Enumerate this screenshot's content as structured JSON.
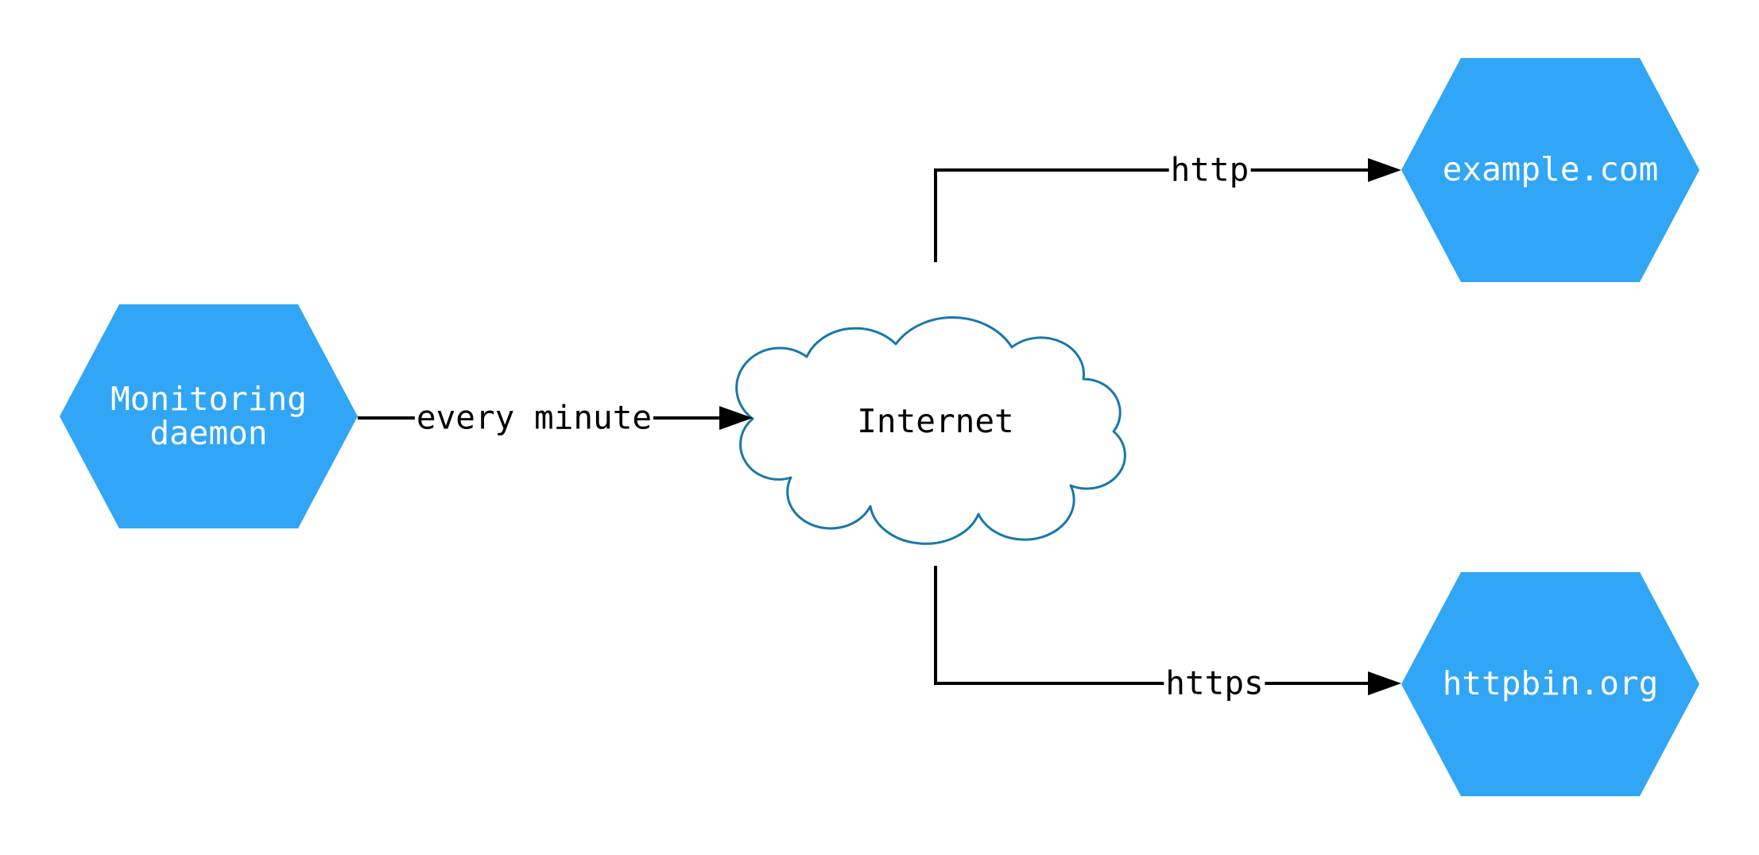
{
  "diagram": {
    "nodes": {
      "monitoring": {
        "label": "Monitoring\ndaemon"
      },
      "internet": {
        "label": "Internet"
      },
      "example": {
        "label": "example.com"
      },
      "httpbin": {
        "label": "httpbin.org"
      }
    },
    "edges": {
      "every_minute": {
        "label": "every minute"
      },
      "http": {
        "label": "http"
      },
      "https": {
        "label": "https"
      }
    }
  },
  "colors": {
    "node-fill": "#31a5f6",
    "node-text": "#ffffff",
    "cloud-stroke": "#1878ab",
    "cloud-fill": "#ffffff",
    "edge-color": "#000000",
    "label-text": "#000000",
    "background": "#ffffff"
  }
}
